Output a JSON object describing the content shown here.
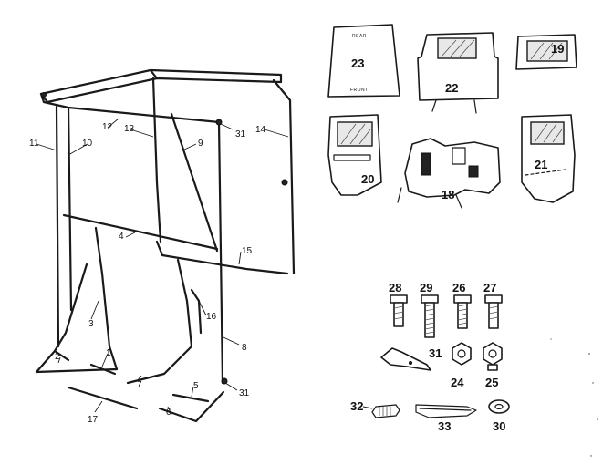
{
  "callouts": {
    "c1": "1",
    "c2": "2",
    "c3": "3",
    "c4": "4",
    "c5": "5",
    "c6": "6",
    "c7": "7",
    "c8": "8",
    "c9": "9",
    "c10": "10",
    "c11": "11",
    "c12": "12",
    "c13": "13",
    "c14": "14",
    "c15": "15",
    "c16": "16",
    "c17": "17",
    "c31a": "31",
    "c31b": "31"
  },
  "panels": {
    "p23": "23",
    "p23_top": "REAR",
    "p23_bottom": "FRONT",
    "p22": "22",
    "p19": "19",
    "p20": "20",
    "p18": "18",
    "p21": "21"
  },
  "hardware": {
    "h28": "28",
    "h29": "29",
    "h26": "26",
    "h27": "27",
    "h31": "31",
    "h24": "24",
    "h25": "25",
    "h32": "32",
    "h33": "33",
    "h30": "30"
  }
}
